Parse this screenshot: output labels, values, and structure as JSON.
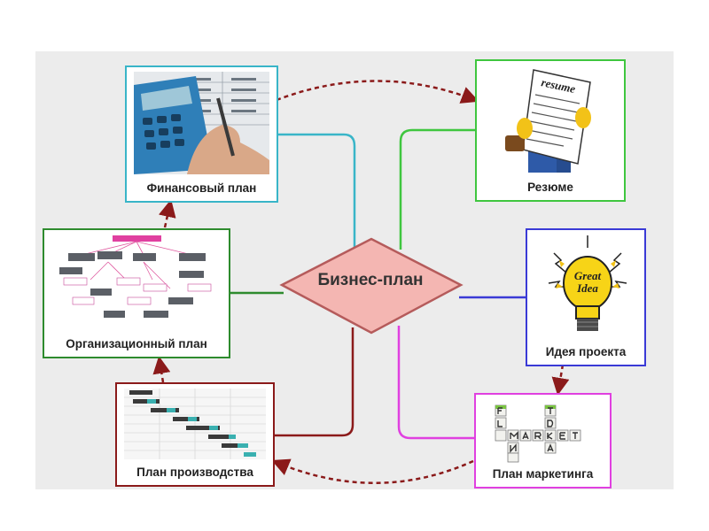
{
  "center": {
    "label": "Бизнес-план"
  },
  "nodes": {
    "finance": {
      "label": "Финансовый план",
      "border": "#39b5c8"
    },
    "resume": {
      "label": "Резюме",
      "border": "#3fc63f",
      "paper_text": "resume"
    },
    "org": {
      "label": "Организационный план",
      "border": "#2e8b2e"
    },
    "idea": {
      "label": "Идея проекта",
      "border": "#3a3ad6",
      "bulb_line1": "Great",
      "bulb_line2": "Idea"
    },
    "production": {
      "label": "План производства",
      "border": "#8b1a1a"
    },
    "marketing": {
      "label": "План маркетинга",
      "border": "#e040e0"
    }
  },
  "colors": {
    "center_fill": "#f4b6b2",
    "center_stroke": "#b55b5b",
    "arrow": "#8b1a1a"
  }
}
